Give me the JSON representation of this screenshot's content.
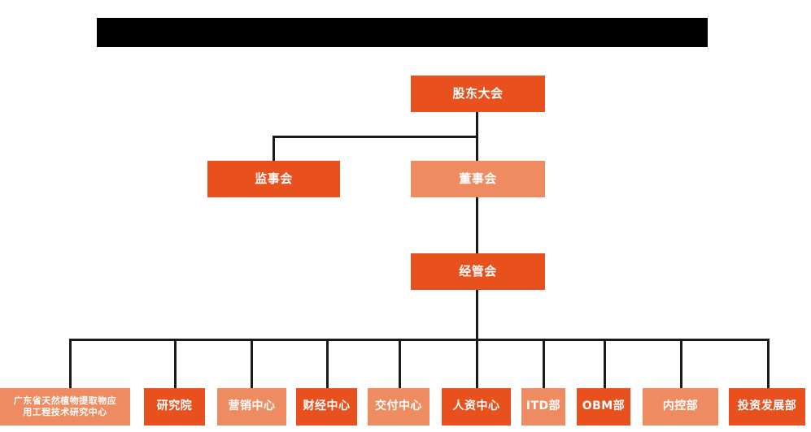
{
  "document": {
    "type": "organization-chart",
    "title_bar": {
      "redacted": true,
      "color": "#000000"
    }
  },
  "palette": {
    "dark_orange": "#E8501E",
    "light_orange": "#EF8B60",
    "connector": "#1a1a1a",
    "background": "#ffffff",
    "text": "#ffffff"
  },
  "levels": {
    "level1": {
      "nodes": [
        {
          "label": "股东大会",
          "shade": "dark"
        }
      ]
    },
    "level2": {
      "nodes": [
        {
          "label": "监事会",
          "shade": "dark"
        },
        {
          "label": "董事会",
          "shade": "light"
        }
      ]
    },
    "level3": {
      "nodes": [
        {
          "label": "经管会",
          "shade": "dark"
        }
      ]
    },
    "level4": {
      "nodes": [
        {
          "label": "广东省天然植物提取物应\n用工程技术研究中心",
          "shade": "light"
        },
        {
          "label": "研究院",
          "shade": "dark"
        },
        {
          "label": "营销中心",
          "shade": "light"
        },
        {
          "label": "财经中心",
          "shade": "dark"
        },
        {
          "label": "交付中心",
          "shade": "light"
        },
        {
          "label": "人资中心",
          "shade": "dark"
        },
        {
          "label": "ITD部",
          "shade": "light"
        },
        {
          "label": "OBM部",
          "shade": "dark"
        },
        {
          "label": "内控部",
          "shade": "light"
        },
        {
          "label": "投资发展部",
          "shade": "dark"
        }
      ]
    }
  }
}
